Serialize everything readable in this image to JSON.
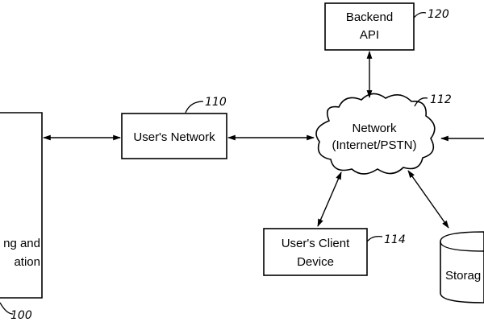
{
  "nodes": {
    "backend_api": {
      "line1": "Backend",
      "line2": "API",
      "ref": "120"
    },
    "users_network": {
      "label": "User's Network",
      "ref": "110"
    },
    "network": {
      "line1": "Network",
      "line2": "(Internet/PSTN)",
      "ref": "112"
    },
    "client_device": {
      "line1": "User's Client",
      "line2": "Device",
      "ref": "114"
    },
    "storage": {
      "label": "Storag"
    },
    "left_system": {
      "line1": "ng and",
      "line2": "ation",
      "ref": "100"
    }
  },
  "colors": {
    "stroke": "#000000",
    "background": "#ffffff"
  }
}
